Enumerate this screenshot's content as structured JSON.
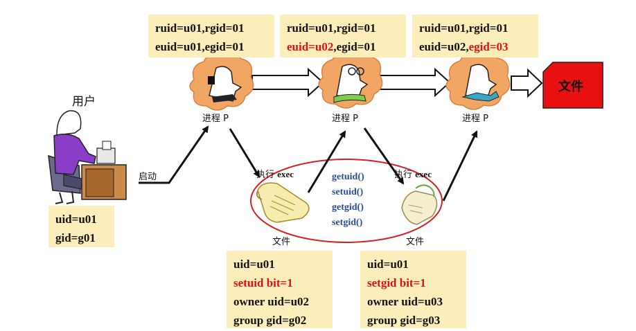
{
  "user_label": "用户",
  "start_label": "启动",
  "user_box": [
    "uid=u01",
    "gid=g01"
  ],
  "process_label": "进程 P",
  "process_boxes": [
    {
      "ruid": "ruid=u01,rgid=01",
      "euid_part": "euid=u01",
      "egid_part": ",egid=01"
    },
    {
      "ruid": "ruid=u01,rgid=01",
      "euid_part": "euid=u02",
      "egid_part": ",egid=01"
    },
    {
      "ruid": "ruid=u01,rgid=01",
      "euid_part": "euid=u02,",
      "egid_part": "egid=03"
    }
  ],
  "exec_label": "执行",
  "exec_word": "exec",
  "file_label": "文件",
  "target_file_label": "文件",
  "functions": [
    "getuid()",
    "setuid()",
    "getgid()",
    "setgid()"
  ],
  "file_boxes": [
    {
      "uid": "uid=u01",
      "bit": "setuid bit=1",
      "owner": "owner uid=u02",
      "group": "group gid=g02"
    },
    {
      "uid": "uid=u01",
      "bit": "setgid bit=1",
      "owner": "owner uid=u03",
      "group": "group gid=g03"
    }
  ],
  "colors": {
    "highlight": "#e01010",
    "box_bg": "#fbeeba",
    "function_text": "#2a4d9a",
    "ellipse": "#d42020",
    "target_file": "#e81010"
  }
}
